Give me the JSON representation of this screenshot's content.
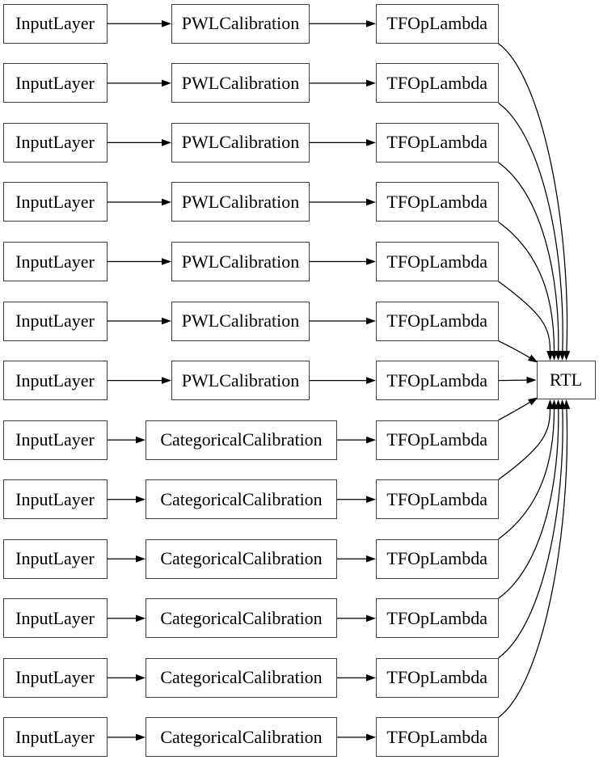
{
  "diagram": {
    "kind": "model-graph",
    "rtl_label": "RTL",
    "rows": [
      {
        "input": "InputLayer",
        "calibration": "PWLCalibration",
        "lambda": "TFOpLambda"
      },
      {
        "input": "InputLayer",
        "calibration": "PWLCalibration",
        "lambda": "TFOpLambda"
      },
      {
        "input": "InputLayer",
        "calibration": "PWLCalibration",
        "lambda": "TFOpLambda"
      },
      {
        "input": "InputLayer",
        "calibration": "PWLCalibration",
        "lambda": "TFOpLambda"
      },
      {
        "input": "InputLayer",
        "calibration": "PWLCalibration",
        "lambda": "TFOpLambda"
      },
      {
        "input": "InputLayer",
        "calibration": "PWLCalibration",
        "lambda": "TFOpLambda"
      },
      {
        "input": "InputLayer",
        "calibration": "PWLCalibration",
        "lambda": "TFOpLambda"
      },
      {
        "input": "InputLayer",
        "calibration": "CategoricalCalibration",
        "lambda": "TFOpLambda"
      },
      {
        "input": "InputLayer",
        "calibration": "CategoricalCalibration",
        "lambda": "TFOpLambda"
      },
      {
        "input": "InputLayer",
        "calibration": "CategoricalCalibration",
        "lambda": "TFOpLambda"
      },
      {
        "input": "InputLayer",
        "calibration": "CategoricalCalibration",
        "lambda": "TFOpLambda"
      },
      {
        "input": "InputLayer",
        "calibration": "CategoricalCalibration",
        "lambda": "TFOpLambda"
      },
      {
        "input": "InputLayer",
        "calibration": "CategoricalCalibration",
        "lambda": "TFOpLambda"
      }
    ],
    "connections_per_row": [
      "input -> calibration",
      "calibration -> lambda",
      "lambda -> RTL"
    ],
    "colors": {
      "background": "#ffffff",
      "node_border": "#3d3d3d",
      "edge": "#000000",
      "text": "#000000"
    }
  }
}
